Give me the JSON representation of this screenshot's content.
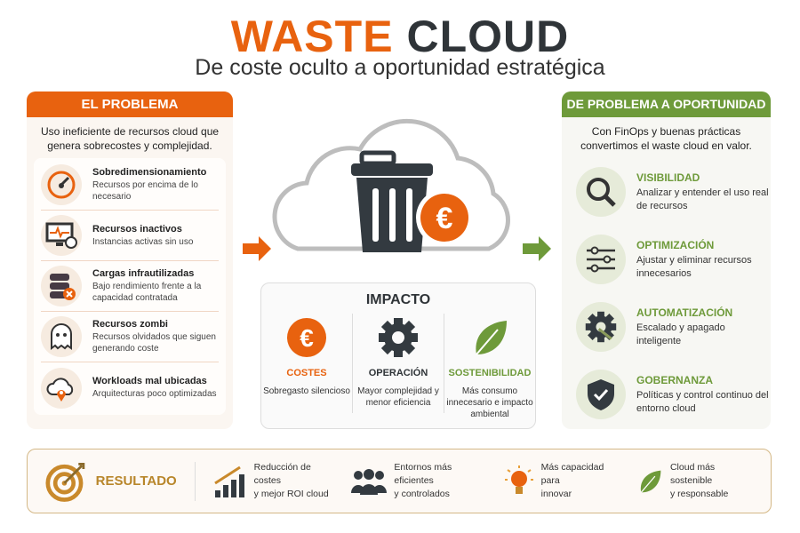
{
  "header": {
    "title_part1": "WASTE",
    "title_part2": "CLOUD",
    "subtitle": "De coste oculto a oportunidad estratégica"
  },
  "colors": {
    "orange": "#e8620f",
    "green": "#6e9a3a",
    "dark": "#2f3438",
    "gold": "#b8862a"
  },
  "problem": {
    "title": "EL PROBLEMA",
    "intro": "Uso ineficiente de recursos cloud que genera sobrecostes y complejidad.",
    "items": [
      {
        "icon": "speedometer-icon",
        "title": "Sobredimensionamiento",
        "desc": "Recursos por encima de lo necesario"
      },
      {
        "icon": "idle-monitor-icon",
        "title": "Recursos inactivos",
        "desc": "Instancias activas sin uso"
      },
      {
        "icon": "database-x-icon",
        "title": "Cargas infrautilizadas",
        "desc": "Bajo rendimiento frente a la capacidad contratada"
      },
      {
        "icon": "ghost-icon",
        "title": "Recursos zombi",
        "desc": "Recursos olvidados que siguen generando coste"
      },
      {
        "icon": "cloud-location-icon",
        "title": "Workloads mal ubicadas",
        "desc": "Arquitecturas poco optimizadas"
      }
    ]
  },
  "impact": {
    "title": "IMPACTO",
    "items": [
      {
        "icon": "euro-icon",
        "title": "COSTES",
        "desc": "Sobregasto silencioso"
      },
      {
        "icon": "gear-icon",
        "title": "OPERACIÓN",
        "desc": "Mayor complejidad y menor eficiencia"
      },
      {
        "icon": "leaf-icon",
        "title": "SOSTENIBILIDAD",
        "desc": "Más consumo innecesario e impacto ambiental"
      }
    ]
  },
  "opportunity": {
    "title": "DE PROBLEMA A OPORTUNIDAD",
    "intro": "Con FinOps y buenas prácticas convertimos el waste cloud en valor.",
    "items": [
      {
        "icon": "magnifier-icon",
        "title": "VISIBILIDAD",
        "desc": "Analizar y entender el uso real de recursos"
      },
      {
        "icon": "sliders-icon",
        "title": "OPTIMIZACIÓN",
        "desc": "Ajustar y eliminar recursos innecesarios"
      },
      {
        "icon": "gear-wrench-icon",
        "title": "AUTOMATIZACIÓN",
        "desc": "Escalado y apagado inteligente"
      },
      {
        "icon": "shield-check-icon",
        "title": "GOBERNANZA",
        "desc": "Políticas y control continuo del entorno cloud"
      }
    ]
  },
  "result": {
    "title": "RESULTADO",
    "items": [
      {
        "icon": "growth-chart-icon",
        "line1": "Reducción de costes",
        "line2": "y mejor ROI cloud"
      },
      {
        "icon": "team-icon",
        "line1": "Entornos más eficientes",
        "line2": "y controlados"
      },
      {
        "icon": "lightbulb-icon",
        "line1": "Más capacidad para",
        "line2": "innovar"
      },
      {
        "icon": "leaf-icon",
        "line1": "Cloud más sostenible",
        "line2": "y responsable"
      }
    ]
  }
}
